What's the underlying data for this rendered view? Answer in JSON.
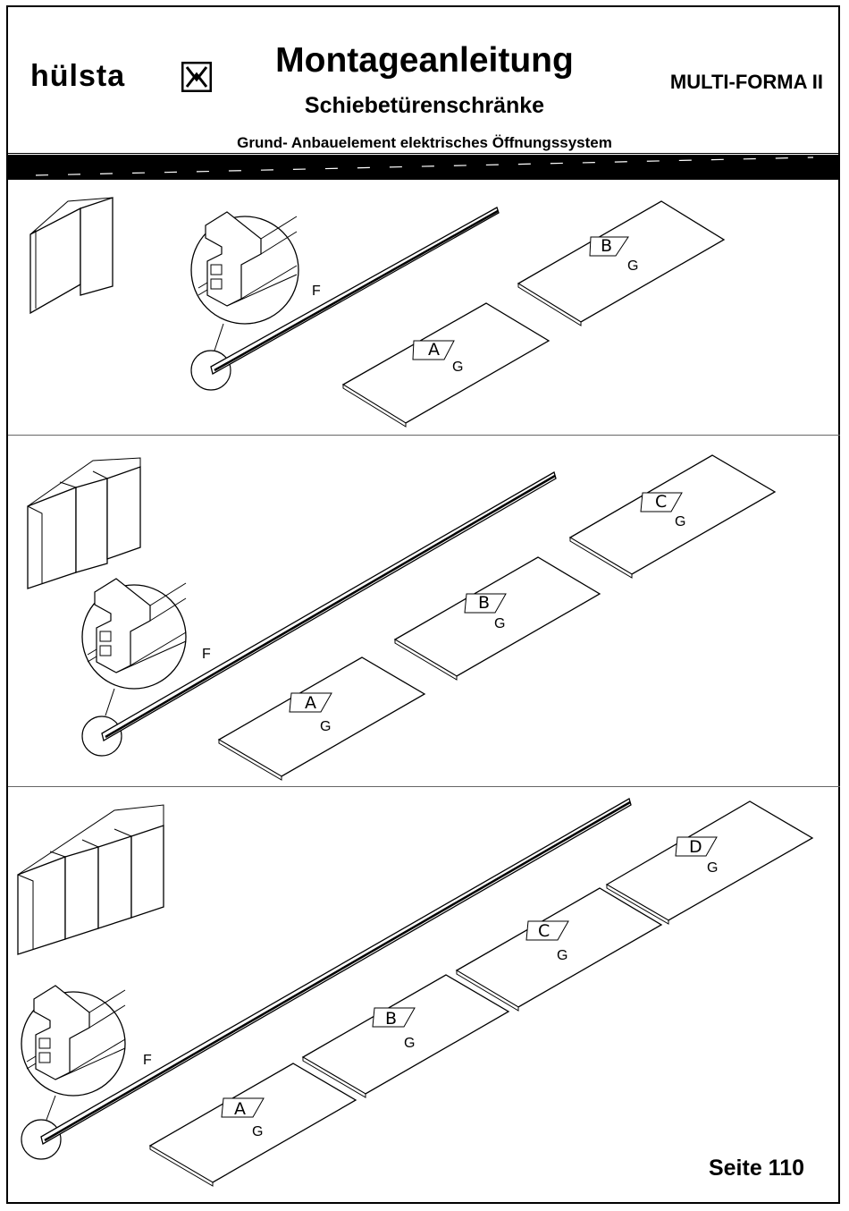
{
  "header": {
    "brand": "hülsta",
    "title": "Montageanleitung",
    "subtitle": "Schiebetürenschränke",
    "model": "MULTI-FORMA II",
    "section_title": "Grund- Anbauelement elektrisches Öffnungssystem"
  },
  "labels": {
    "rail": "F",
    "panel": "G"
  },
  "panels": {
    "a": "A",
    "b": "B",
    "c": "C",
    "d": "D"
  },
  "footer": {
    "page": "Seite 110"
  }
}
